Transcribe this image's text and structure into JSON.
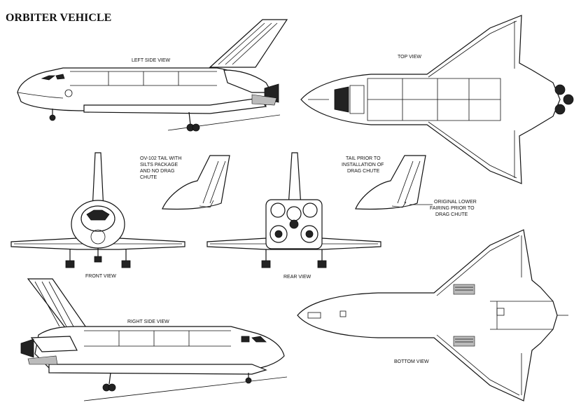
{
  "title": "ORBITER VEHICLE",
  "views": {
    "left_side": "LEFT SIDE VIEW",
    "top": "TOP VIEW",
    "front": "FRONT VIEW",
    "rear": "REAR VIEW",
    "right_side": "RIGHT SIDE VIEW",
    "bottom": "BOTTOM VIEW"
  },
  "annotations": {
    "ov102": [
      "OV-102 TAIL WITH",
      "SILTS PACKAGE",
      "AND NO DRAG",
      "CHUTE"
    ],
    "tail_prior": [
      "TAIL PRIOR TO",
      "INSTALLATION OF",
      "DRAG CHUTE"
    ],
    "original_fairing": [
      "ORIGINAL LOWER",
      "FAIRING PRIOR TO",
      "DRAG CHUTE"
    ]
  },
  "colors": {
    "ink": "#111111",
    "paper": "#ffffff"
  }
}
